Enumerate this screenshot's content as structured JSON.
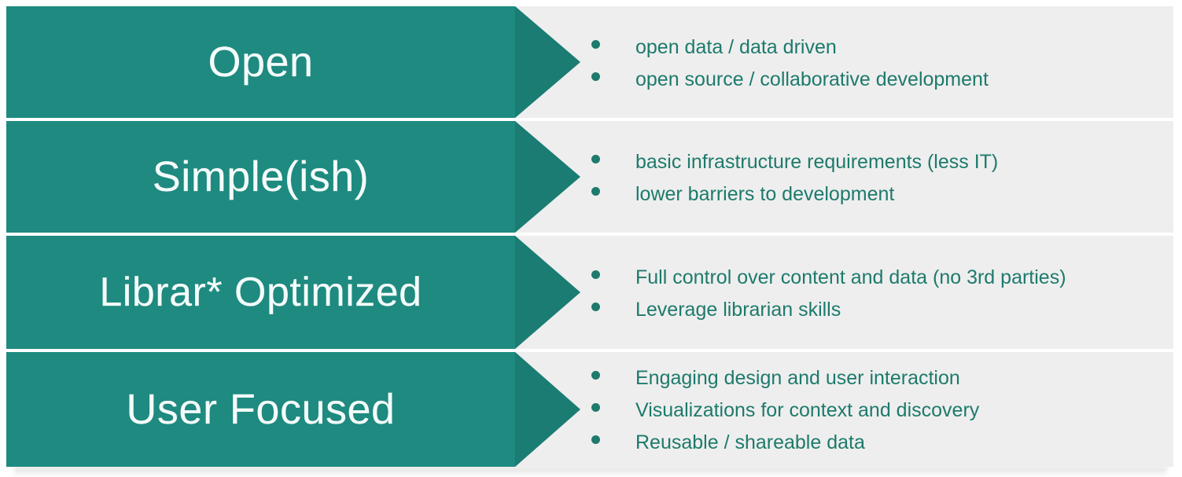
{
  "theme": {
    "arrow_body_color": "#1e8a80",
    "arrow_head_color": "#1a7c72",
    "panel_color": "#eeeeee",
    "label_color": "#f4fbfa",
    "bullet_color": "#1d7a6c",
    "page_background": "#ffffff"
  },
  "rows": [
    {
      "label": "Open",
      "bullets": [
        "open data / data driven",
        "open source / collaborative development"
      ]
    },
    {
      "label": "Simple(ish)",
      "bullets": [
        "basic infrastructure requirements (less IT)",
        "lower barriers to development"
      ]
    },
    {
      "label": "Librar* Optimized",
      "bullets": [
        "Full control over content and data (no 3rd parties)",
        "Leverage librarian skills"
      ]
    },
    {
      "label": "User Focused",
      "bullets": [
        "Engaging design and user interaction",
        "Visualizations for context and discovery",
        "Reusable / shareable data"
      ]
    }
  ]
}
